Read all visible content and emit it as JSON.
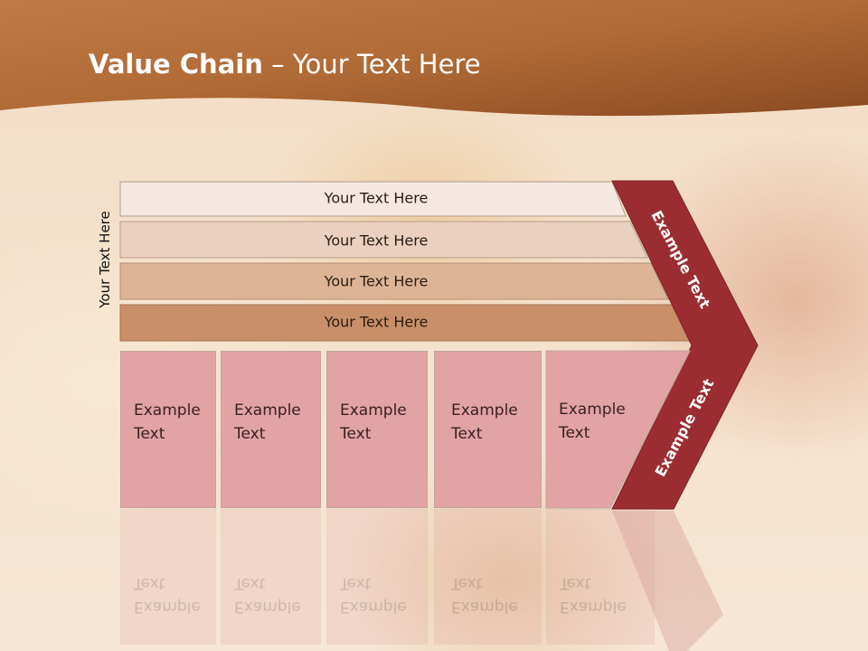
{
  "title": {
    "bold": "Value Chain",
    "rest": " – Your Text Here"
  },
  "side_label": "Your Text Here",
  "bars": [
    {
      "label": "Your Text Here",
      "color": "#f4e8e0"
    },
    {
      "label": "Your Text Here",
      "color": "#ebd0bf"
    },
    {
      "label": "Your Text Here",
      "color": "#ddb596"
    },
    {
      "label": "Your Text Here",
      "color": "#c98f68"
    }
  ],
  "boxes": [
    {
      "line1": "Example",
      "line2": "Text"
    },
    {
      "line1": "Example",
      "line2": "Text"
    },
    {
      "line1": "Example",
      "line2": "Text"
    },
    {
      "line1": "Example",
      "line2": "Text"
    },
    {
      "line1": "Example",
      "line2": "Text"
    }
  ],
  "chevron": {
    "upper_label": "Example Text",
    "lower_label": "Example Text",
    "color": "#9b2d32"
  }
}
